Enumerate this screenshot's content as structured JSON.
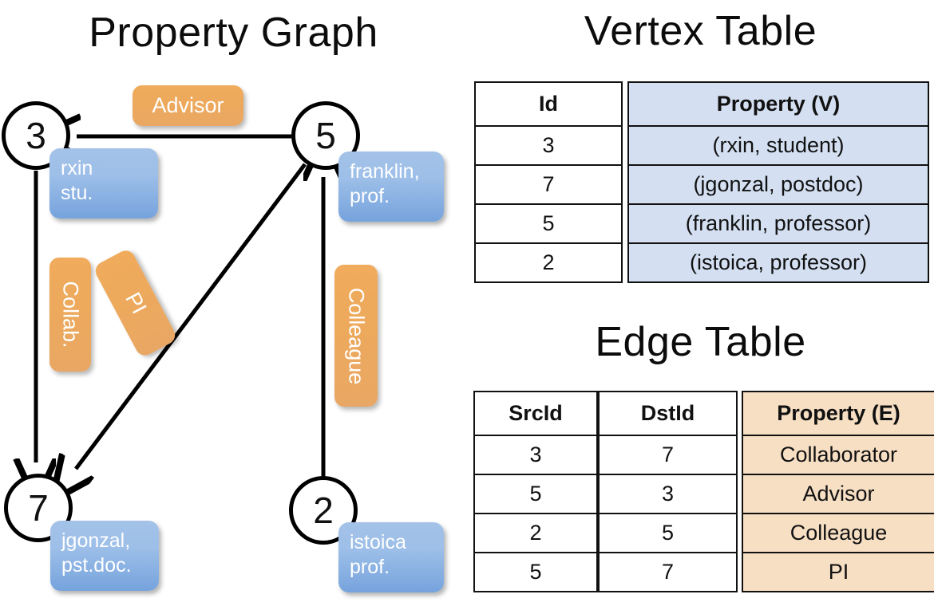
{
  "titles": {
    "property_graph": "Property Graph",
    "vertex_table": "Vertex Table",
    "edge_table": "Edge Table"
  },
  "colors": {
    "vertex_property_fill": "#d4e0f2",
    "edge_property_fill": "#f7dfc4",
    "node_box_blue": "#9dbfe8",
    "relation_orange": "#eda95c",
    "border": "#111111",
    "background": "#ffffff"
  },
  "graph": {
    "nodes": [
      {
        "id": "3",
        "property": "rxin\nstu."
      },
      {
        "id": "5",
        "property": "franklin,\nprof."
      },
      {
        "id": "7",
        "property": "jgonzal,\npst.doc."
      },
      {
        "id": "2",
        "property": "istoica\nprof."
      }
    ],
    "edge_labels": [
      {
        "name": "advisor-label",
        "text": "Advisor",
        "orientation": "horizontal"
      },
      {
        "name": "collab-label",
        "text": "Collab.",
        "orientation": "vertical"
      },
      {
        "name": "pi-label",
        "text": "PI",
        "orientation": "rotated"
      },
      {
        "name": "colleague-label",
        "text": "Colleague",
        "orientation": "vertical"
      }
    ],
    "edges": [
      {
        "src": "5",
        "dst": "3",
        "label": "Advisor"
      },
      {
        "src": "3",
        "dst": "7",
        "label": "Collab."
      },
      {
        "src": "5",
        "dst": "7",
        "label": "PI"
      },
      {
        "src": "2",
        "dst": "5",
        "label": "Colleague"
      }
    ]
  },
  "vertex_table": {
    "headers": {
      "id": "Id",
      "property": "Property (V)"
    },
    "rows": [
      {
        "id": "3",
        "property": "(rxin, student)"
      },
      {
        "id": "7",
        "property": "(jgonzal, postdoc)"
      },
      {
        "id": "5",
        "property": "(franklin, professor)"
      },
      {
        "id": "2",
        "property": "(istoica, professor)"
      }
    ]
  },
  "edge_table": {
    "headers": {
      "src": "SrcId",
      "dst": "DstId",
      "property": "Property (E)"
    },
    "rows": [
      {
        "src": "3",
        "dst": "7",
        "property": "Collaborator"
      },
      {
        "src": "5",
        "dst": "3",
        "property": "Advisor"
      },
      {
        "src": "2",
        "dst": "5",
        "property": "Colleague"
      },
      {
        "src": "5",
        "dst": "7",
        "property": "PI"
      }
    ]
  }
}
